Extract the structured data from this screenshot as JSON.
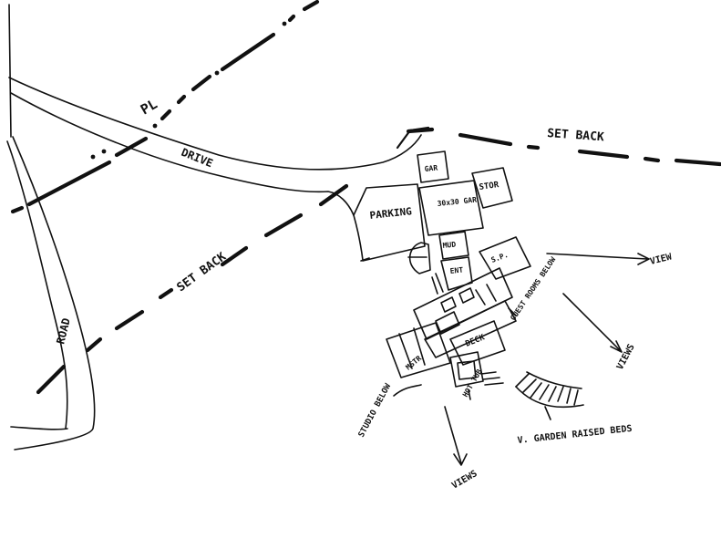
{
  "labels": {
    "road": "ROAD",
    "drive": "DRIVE",
    "property_line": "PL",
    "setback_top": "SET BACK",
    "setback_diag": "SET BACK",
    "parking": "PARKING",
    "garage_small": "GAR",
    "garage_main": "30x30 GAR",
    "storage": "STOR",
    "mudroom": "MUD",
    "entry": "ENT",
    "screen_porch": "S.P.",
    "guest_room": "GUEST ROOMS BELOW",
    "deck": "DECK",
    "master": "MSTR",
    "hot_tub": "HOT TUB",
    "studio": "STUDIO BELOW",
    "view_east": "VIEW",
    "views_se": "VIEWS",
    "view_south": "VIEWS",
    "gardens": "V. GARDEN RAISED BEDS"
  },
  "colors": {
    "ink": "#111111",
    "paper": "#ffffff"
  }
}
